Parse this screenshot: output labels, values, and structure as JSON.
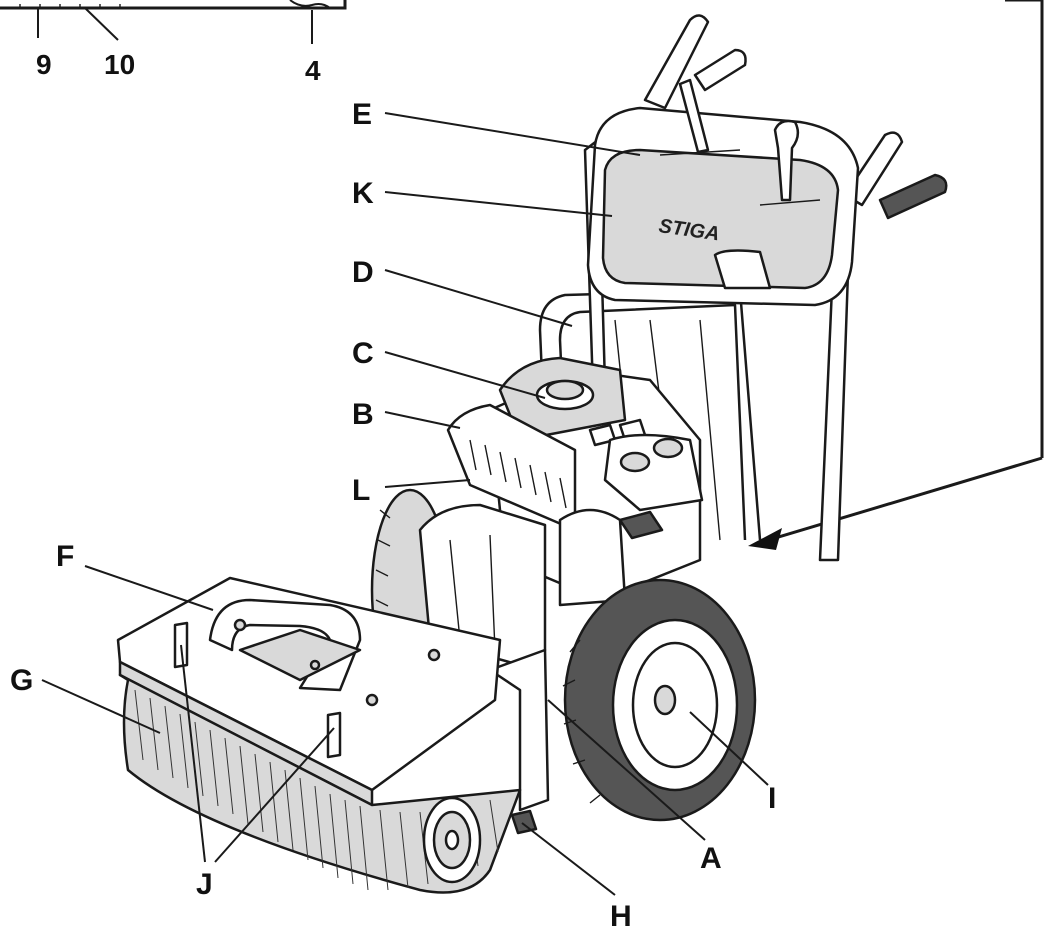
{
  "inset_labels": [
    "9",
    "10",
    "4"
  ],
  "callouts": {
    "E": "E",
    "K": "K",
    "D": "D",
    "C": "C",
    "B": "B",
    "L": "L",
    "F": "F",
    "G": "G",
    "A": "A",
    "I": "I",
    "J": "J",
    "H": "H"
  },
  "brand_logo": "STIGA",
  "colors": {
    "ink": "#111111",
    "paper": "#ffffff",
    "shade": "#d9d9d9"
  }
}
